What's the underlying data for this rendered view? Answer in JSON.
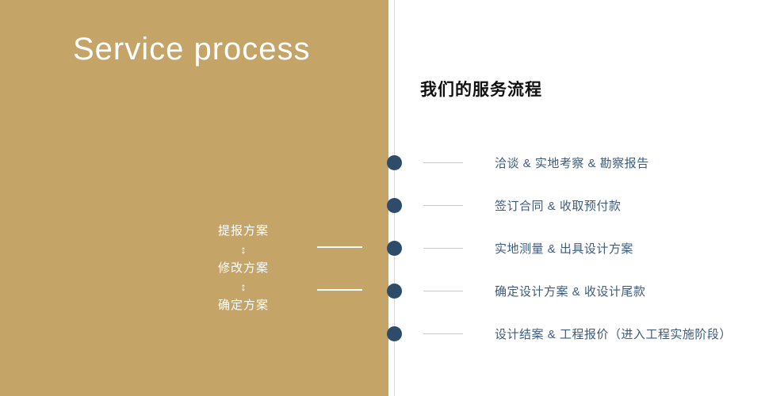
{
  "left_panel": {
    "title": "Service process",
    "plan_steps": [
      "提报方案",
      "修改方案",
      "确定方案"
    ],
    "arrow_icon": "↕"
  },
  "right_panel": {
    "heading": "我们的服务流程",
    "steps": [
      "洽谈 & 实地考察 & 勘察报告",
      "签订合同 & 收取预付款",
      "实地测量 & 出具设计方案",
      "确定设计方案 & 收设计尾款",
      "设计结案 & 工程报价（进入工程实施阶段）"
    ]
  },
  "colors": {
    "panel_gold": "#c5a467",
    "dot_navy": "#2e4c69",
    "step_text_navy": "#3d5b7c",
    "connector_gray": "#c9c9c9"
  }
}
